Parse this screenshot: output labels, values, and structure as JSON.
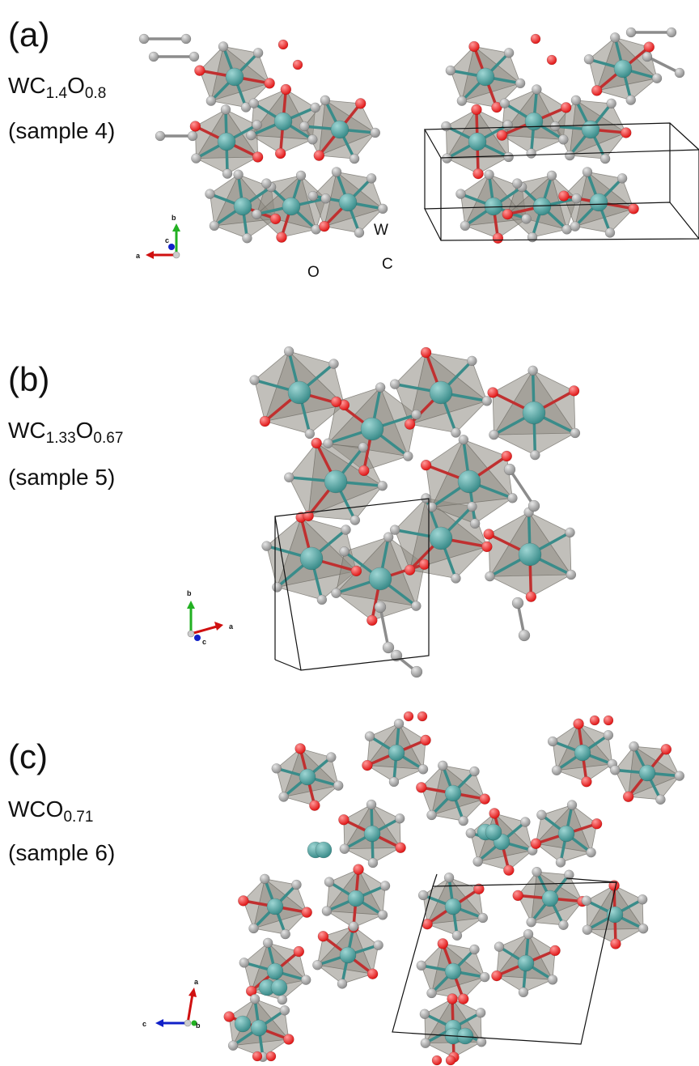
{
  "panels": [
    {
      "label": "(a)",
      "formula": {
        "base1": "WC",
        "sub1": "1.4",
        "base2": "O",
        "sub2": "0.8"
      },
      "sample": "(sample 4)",
      "atom_labels": {
        "w": "W",
        "o": "O",
        "c": "C"
      },
      "axes": {
        "up": "b",
        "out": "c",
        "left": "a"
      }
    },
    {
      "label": "(b)",
      "formula": {
        "base1": "WC",
        "sub1": "1.33",
        "base2": "O",
        "sub2": "0.67"
      },
      "sample": "(sample 5)",
      "axes": {
        "up": "b",
        "out": "c",
        "right": "a"
      }
    },
    {
      "label": "(c)",
      "formula": {
        "base1": "WCO",
        "sub1": "0.71",
        "base2": "",
        "sub2": ""
      },
      "sample": "(sample 6)",
      "axes": {
        "up": "a",
        "out": "b",
        "left": "c"
      }
    }
  ],
  "colors": {
    "tungsten": "#3a8c8a",
    "oxygen": "#e01515",
    "carbon": "#8c8c8c",
    "polyhedron": "#8e8a82",
    "cell_edge": "#111111",
    "axis_a": "#d01010",
    "axis_b": "#22b022",
    "axis_c": "#1020c8"
  }
}
